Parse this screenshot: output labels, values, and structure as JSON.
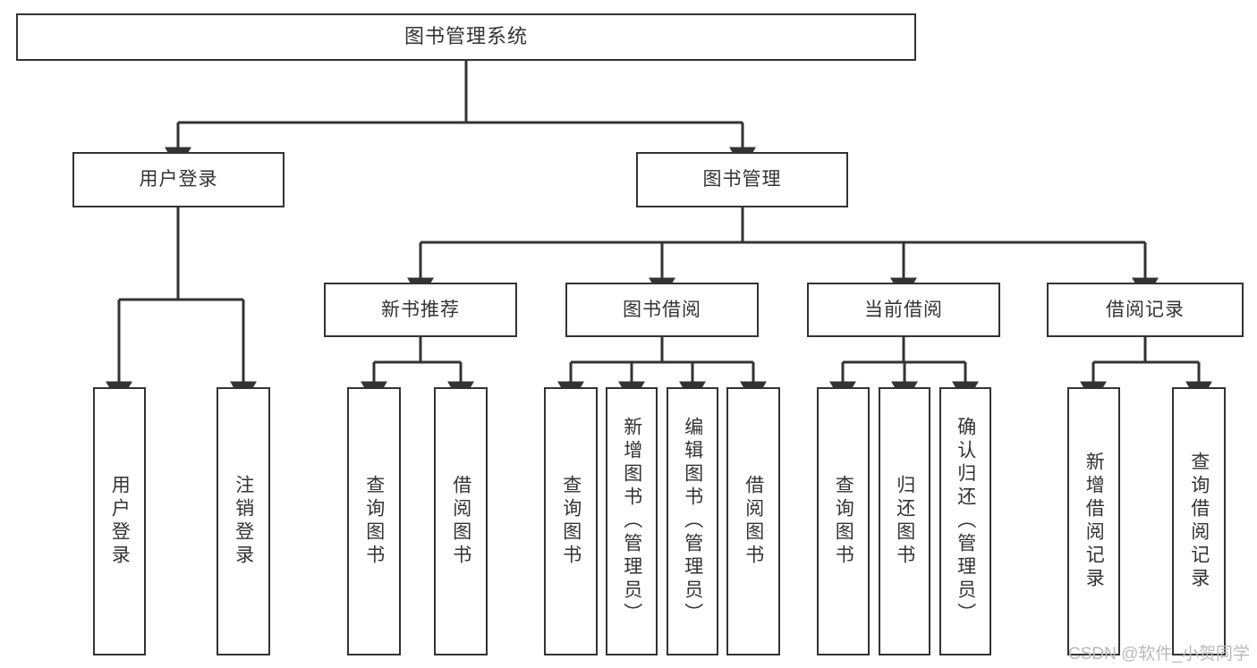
{
  "diagram": {
    "type": "hierarchy-tree",
    "title": "图书管理系统",
    "root": {
      "label": "图书管理系统"
    },
    "level2": [
      {
        "label": "用户登录"
      },
      {
        "label": "图书管理"
      }
    ],
    "level3": [
      {
        "label": "新书推荐"
      },
      {
        "label": "图书借阅"
      },
      {
        "label": "当前借阅"
      },
      {
        "label": "借阅记录"
      }
    ],
    "leaves": {
      "user_login": [
        {
          "label": "用户登录"
        },
        {
          "label": "注销登录"
        }
      ],
      "new_book_recommend": [
        {
          "label": "查询图书"
        },
        {
          "label": "借阅图书"
        }
      ],
      "book_borrow": [
        {
          "label": "查询图书"
        },
        {
          "label": "新增图书（管理员）"
        },
        {
          "label": "编辑图书（管理员）"
        },
        {
          "label": "借阅图书"
        }
      ],
      "current_borrow": [
        {
          "label": "查询图书"
        },
        {
          "label": "归还图书"
        },
        {
          "label": "确认归还（管理员）"
        }
      ],
      "borrow_record": [
        {
          "label": "新增借阅记录"
        },
        {
          "label": "查询借阅记录"
        }
      ]
    }
  },
  "watermark": {
    "text": "CSDN @软件_小贺同学"
  },
  "colors": {
    "stroke": "#333333",
    "box_fill": "#ffffff",
    "text": "#333333",
    "watermark": "#b9b9b9",
    "background": "#ffffff"
  }
}
